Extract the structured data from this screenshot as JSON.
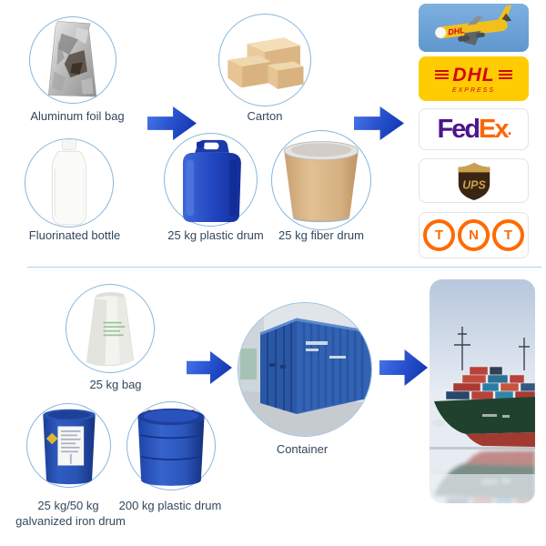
{
  "packaging_small": {
    "foil_bag": "Aluminum foil bag",
    "bottle": "Fluorinated bottle",
    "carton": "Carton",
    "plastic_drum_25": "25 kg plastic drum",
    "fiber_drum_25": "25 kg fiber drum"
  },
  "packaging_bulk": {
    "bag_25": "25 kg bag",
    "iron_drum_line1": "25 kg/50 kg",
    "iron_drum_line2": "galvanized iron drum",
    "plastic_drum_200": "200 kg plastic drum",
    "container": "Container"
  },
  "logos": {
    "dhl_plane": {
      "text": "DHL"
    },
    "dhl": {
      "text": "DHL",
      "subtext": "EXPRESS"
    },
    "fedex": {
      "part1": "Fed",
      "part2": "Ex",
      "dot": "."
    },
    "ups": {
      "text": "UPS"
    },
    "tnt": {
      "letters": [
        "T",
        "N",
        "T"
      ]
    }
  },
  "colors": {
    "arrow_blue": "#2a55d0",
    "circle_border": "#86b7de",
    "label_text": "#33475c",
    "divider": "#aed3ec",
    "dhl_yellow": "#fecc00",
    "dhl_red": "#d40511",
    "fedex_purple": "#4d148c",
    "fedex_orange": "#ff6600",
    "ups_brown": "#3a2414",
    "ups_gold": "#caa04c",
    "tnt_orange": "#ff6a00",
    "drum_blue": "#2247c2",
    "fiber_tan": "#d8b584"
  }
}
